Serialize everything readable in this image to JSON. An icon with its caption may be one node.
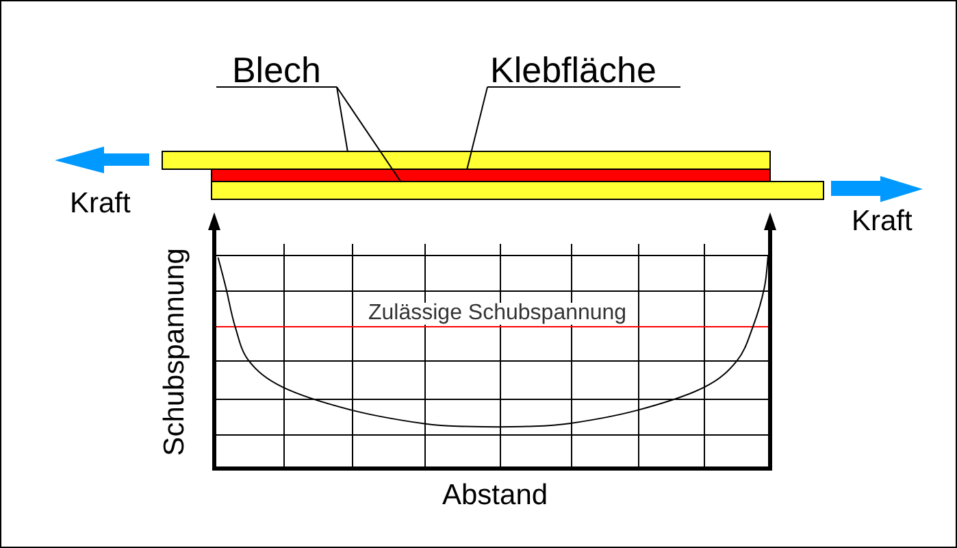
{
  "diagram": {
    "nodes": [
      {
        "text": [
          "Blech"
        ]
      },
      {
        "text": [
          "Klebfläche"
        ]
      },
      {
        "text": [],
        "shape": "bar"
      },
      {
        "text": [],
        "shape": "bar"
      },
      {
        "text": [],
        "shape": "bar"
      }
    ],
    "edges": [
      {
        "from": 0,
        "to": 2,
        "arrow": "none"
      },
      {
        "from": 0,
        "to": 4,
        "arrow": "none"
      },
      {
        "from": 1,
        "to": 3,
        "arrow": "none"
      }
    ],
    "labels": [
      "Kraft",
      "Kraft",
      "Schubspannung",
      "Zulässige Schubspannung",
      "Abstand"
    ]
  }
}
